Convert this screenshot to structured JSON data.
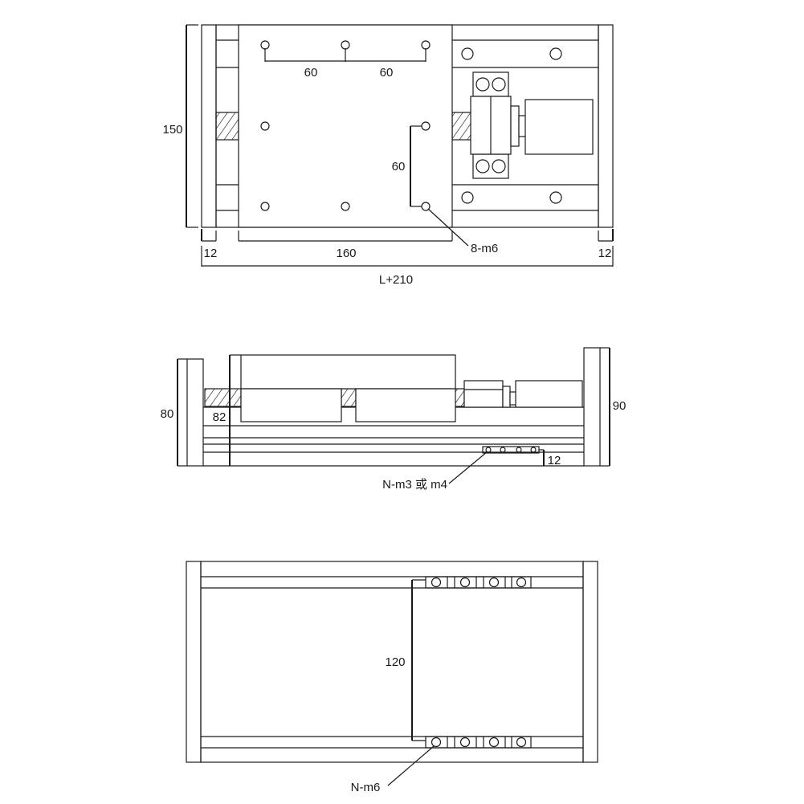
{
  "top_view": {
    "dim_hole_spacing_left": "60",
    "dim_hole_spacing_right": "60",
    "dim_height": "150",
    "dim_vertical_hole_spacing": "60",
    "dim_end_left": "12",
    "dim_plate_width": "160",
    "dim_end_right": "12",
    "dim_total_length": "L+210",
    "callout_plate_holes": "8-m6"
  },
  "side_view": {
    "dim_left_height": "80",
    "dim_carriage_height": "82",
    "dim_right_height": "90",
    "dim_hole_offset": "12",
    "callout_side_holes": "N-m3 或 m4"
  },
  "bottom_view": {
    "dim_rail_spacing": "120",
    "callout_bottom_holes": "N-m6"
  }
}
